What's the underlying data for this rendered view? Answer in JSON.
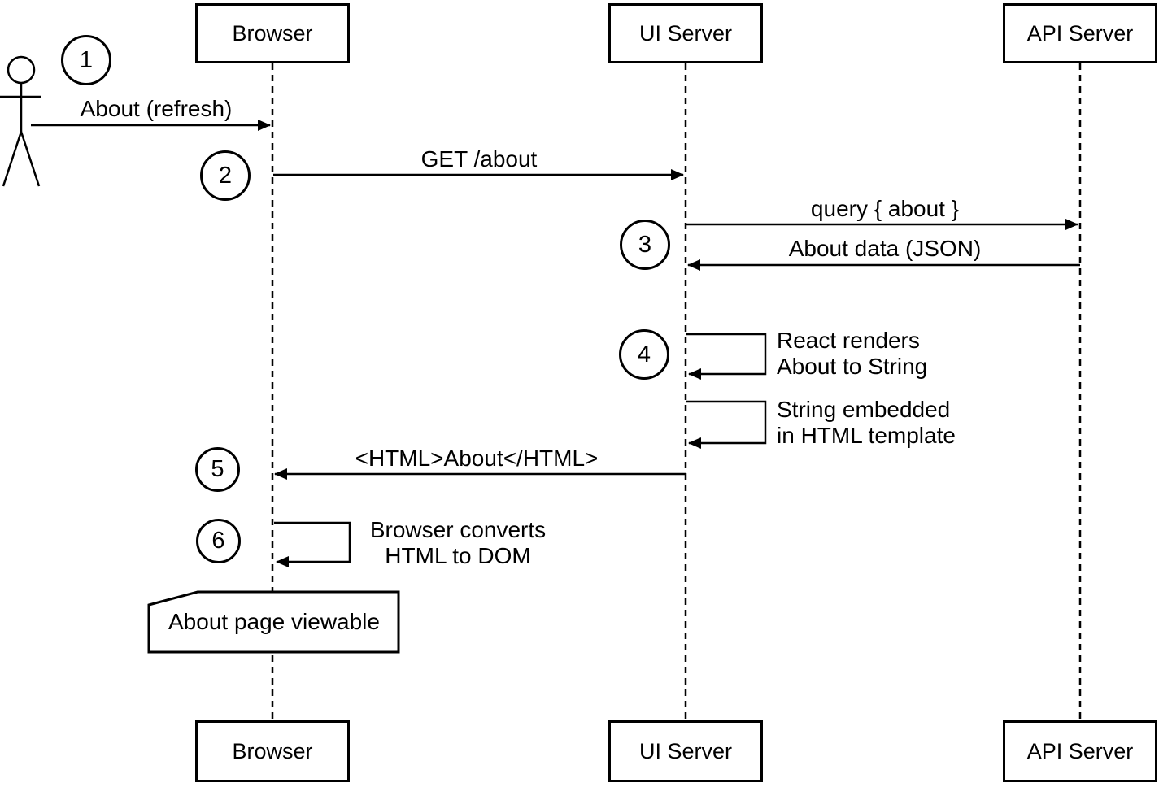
{
  "participants": [
    {
      "label": "Browser"
    },
    {
      "label": "UI Server"
    },
    {
      "label": "API Server"
    }
  ],
  "steps": [
    "1",
    "2",
    "3",
    "4",
    "5",
    "6"
  ],
  "messages": {
    "about_refresh": "About (refresh)",
    "get_about": "GET /about",
    "query_about": "query { about }",
    "about_data_json": "About data (JSON)",
    "react_renders": "React renders\nAbout to String",
    "string_embedded": "String embedded\nin HTML template",
    "html_about": "<HTML>About</HTML>",
    "browser_converts": "Browser converts\nHTML to DOM"
  },
  "note": {
    "label": "About page viewable"
  },
  "colors": {
    "line": "#000000",
    "background": "#ffffff"
  }
}
